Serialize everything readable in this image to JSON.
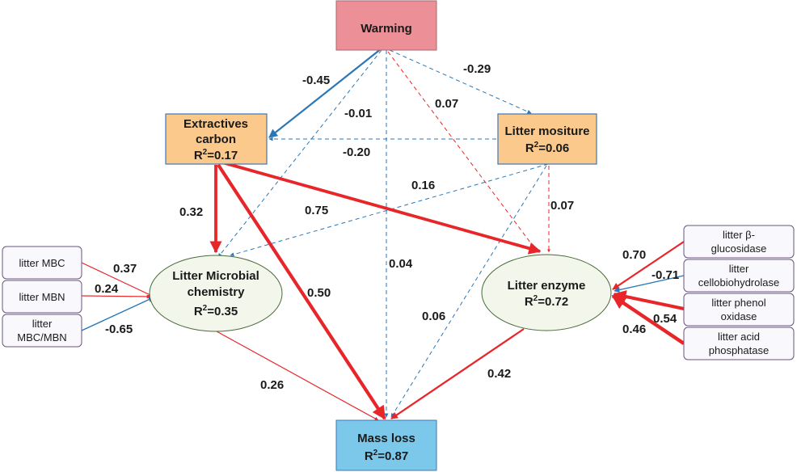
{
  "colors": {
    "positive": "#e8262a",
    "negative": "#2a77b7",
    "warming_fill": "#ec8f96",
    "orange_fill": "#fac98b",
    "mass_fill": "#7cc8ea",
    "ellipse_fill": "#f3f6ea",
    "side_fill": "#f9f8fd"
  },
  "nodes": {
    "warming": {
      "label": "Warming"
    },
    "extractives": {
      "line1": "Extractives",
      "line2": "carbon",
      "r2": "0.17"
    },
    "moisture": {
      "line1": "Litter mositure",
      "r2": "0.06"
    },
    "microbial": {
      "line1": "Litter Microbial",
      "line2": "chemistry",
      "r2": "0.35"
    },
    "enzyme": {
      "line1": "Litter enzyme",
      "r2": "0.72"
    },
    "massloss": {
      "line1": "Mass loss",
      "r2": "0.87"
    },
    "r2_prefix": "R",
    "r2_sup": "2",
    "r2_eq": "="
  },
  "side_boxes": {
    "mbc": {
      "line1": "litter MBC"
    },
    "mbn": {
      "line1": "litter MBN"
    },
    "ratio": {
      "line1": "litter",
      "line2": "MBC/MBN"
    },
    "gluc": {
      "line1": "litter β-",
      "line2": "glucosidase"
    },
    "cello": {
      "line1": "litter",
      "line2": "cellobiohydrolase"
    },
    "phenol": {
      "line1": "litter phenol",
      "line2": "oxidase"
    },
    "acid": {
      "line1": "litter acid",
      "line2": "phosphatase"
    }
  },
  "paths": [
    {
      "id": "warm-extr",
      "coef": "-0.45",
      "sign": "negative",
      "style": "solid"
    },
    {
      "id": "warm-moist",
      "coef": "-0.29",
      "sign": "negative",
      "style": "dashed"
    },
    {
      "id": "warm-micro",
      "coef": "-0.01",
      "sign": "negative",
      "style": "dashed"
    },
    {
      "id": "warm-enz",
      "coef": "0.07",
      "sign": "positive",
      "style": "dashed"
    },
    {
      "id": "warm-mass",
      "coef": "0.04",
      "sign": "negative",
      "style": "dashed"
    },
    {
      "id": "moist-extr",
      "coef": "-0.20",
      "sign": "negative",
      "style": "dashed"
    },
    {
      "id": "moist-micro",
      "coef": "0.16",
      "sign": "negative",
      "style": "dashed"
    },
    {
      "id": "moist-enz",
      "coef": "0.07",
      "sign": "positive",
      "style": "dashed"
    },
    {
      "id": "moist-mass",
      "coef": "0.06",
      "sign": "negative",
      "style": "dashed"
    },
    {
      "id": "extr-micro",
      "coef": "0.32",
      "sign": "positive",
      "style": "solid"
    },
    {
      "id": "extr-enz",
      "coef": "0.75",
      "sign": "positive",
      "style": "solid"
    },
    {
      "id": "extr-mass",
      "coef": "0.50",
      "sign": "positive",
      "style": "solid"
    },
    {
      "id": "micro-mass",
      "coef": "0.26",
      "sign": "positive",
      "style": "solid"
    },
    {
      "id": "enz-mass",
      "coef": "0.42",
      "sign": "positive",
      "style": "solid"
    },
    {
      "id": "mbc-micro",
      "coef": "0.37",
      "sign": "positive",
      "style": "solid"
    },
    {
      "id": "mbn-micro",
      "coef": "0.24",
      "sign": "positive",
      "style": "solid"
    },
    {
      "id": "ratio-micro",
      "coef": "-0.65",
      "sign": "negative",
      "style": "solid"
    },
    {
      "id": "gluc-enz",
      "coef": "0.70",
      "sign": "positive",
      "style": "solid"
    },
    {
      "id": "cello-enz",
      "coef": "-0.71",
      "sign": "negative",
      "style": "solid"
    },
    {
      "id": "phenol-enz",
      "coef": "0.54",
      "sign": "positive",
      "style": "solid"
    },
    {
      "id": "acid-enz",
      "coef": "0.46",
      "sign": "positive",
      "style": "solid"
    }
  ]
}
